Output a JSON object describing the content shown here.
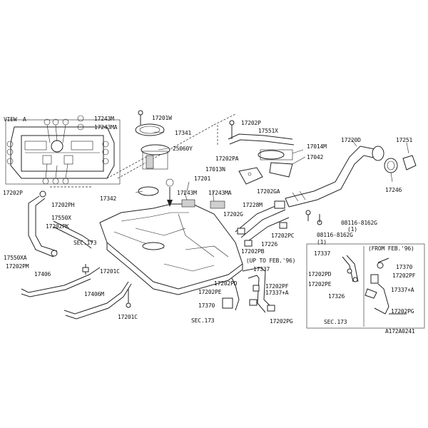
{
  "diagram": {
    "view_label": "VIEW",
    "view_marker": "A",
    "code": "A172A0241",
    "notes": {
      "up_to": "(UP TO FEB.'96)",
      "from": "(FROM FEB.'96)"
    },
    "parts": {
      "p17243m_top": "17243M",
      "p17243ma_top": "17243MA",
      "p17201w": "17201W",
      "p17341": "17341",
      "p25060y": "25060Y",
      "p17202p_top": "17202P",
      "p17551x": "17551X",
      "p17014m": "17014M",
      "p17042": "17042",
      "p17202pa": "17202PA",
      "p17013n": "17013N",
      "p17220d": "17220D",
      "p17251": "17251",
      "p17246": "17246",
      "p17201": "17201",
      "p17243m": "17243M",
      "p17243ma": "17243MA",
      "p17342": "17342",
      "p17202ga": "17202GA",
      "p17228m": "17228M",
      "p17202g": "17202G",
      "p08116_1": "08116-8162G",
      "p08116_1q": "(1)",
      "p08116_2": "08116-8162G",
      "p08116_2q": "(1)",
      "p17202pc": "17202PC",
      "p17226": "17226",
      "p17202pb": "17202PB",
      "p17202p_left": "17202P",
      "p17202ph": "17202PH",
      "p17550x": "17550X",
      "p17202pk": "17202PK",
      "p17550xa": "17550XA",
      "p17202pm": "17202PM",
      "p17406": "17406",
      "sec173_left": "SEC.173",
      "p17201c_1": "17201C",
      "p17406m": "17406M",
      "p17201c_2": "17201C",
      "p17337": "17337",
      "p17202pd": "17202PD",
      "p17202pe": "17202PE",
      "p17202pf": "17202PF",
      "p17337a": "17337+A",
      "p17370": "17370",
      "p17202pg": "17202PG",
      "sec173_mid": "SEC.173",
      "r17337": "17337",
      "r17202pd": "17202PD",
      "r17202pe": "17202PE",
      "r17326": "17326",
      "r17370": "17370",
      "r17202pf": "17202PF",
      "r17337a": "17337+A",
      "r17202pg": "17202PG",
      "sec173_right": "SEC.173"
    }
  }
}
